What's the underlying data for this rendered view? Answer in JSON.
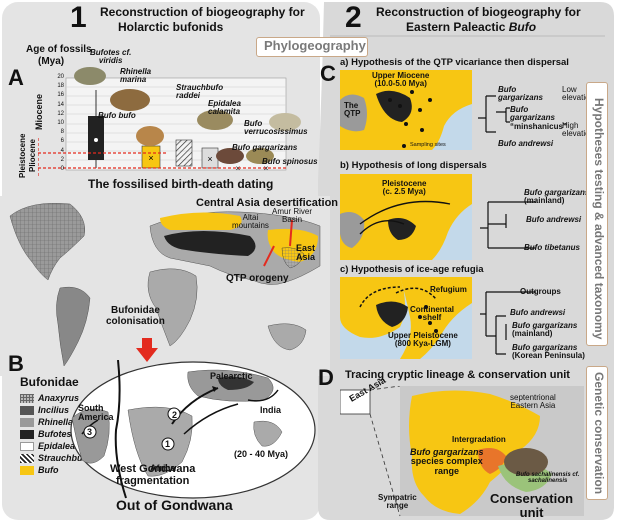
{
  "colors": {
    "panel_left": "#e2e2e2",
    "panel_right": "#d6d6d6",
    "bufo_yellow": "#f7c613",
    "bufotes_dark": "#222222",
    "sea_blue": "#c3d9ea",
    "land_grey": "#9a9a9a",
    "arrow_red": "#e32b1f",
    "box_border": "#c9a888"
  },
  "panel1": {
    "number": "1",
    "title_line1": "Reconstruction of biogeography for",
    "title_line2": "Holarctic bufonids"
  },
  "panel2": {
    "number": "2",
    "title_line1": "Reconstruction of biogeography for",
    "title_line2_prefix": "Eastern Paleactic",
    "title_line2_genus": "Bufo"
  },
  "phylogeography_label": "Phylogeography",
  "side_label_hypotheses": "Hypotheses testing & advanced taxonomy",
  "side_label_conservation": "Genetic conservation",
  "panelA": {
    "letter": "A",
    "axis_title_line1": "Age of fossils",
    "axis_title_line2": "(Mya)",
    "y_ticks": [
      "20",
      "18",
      "16",
      "14",
      "12",
      "10",
      "8",
      "6",
      "4",
      "2",
      "0"
    ],
    "epoch_miocene": "Miocene",
    "epoch_pliocene": "Pliocene",
    "epoch_pleistocene": "Pleistocene",
    "species": [
      {
        "label1": "Bufotes cf.",
        "label2": "viridis"
      },
      {
        "label1": "Rhinella",
        "label2": "marina"
      },
      {
        "label1": "Strauchbufo",
        "label2": "raddei"
      },
      {
        "label1": "Epidalea",
        "label2": "calamita"
      },
      {
        "label1": "Bufo",
        "label2": "verrucosissimus"
      },
      {
        "label1": "Bufo bufo",
        "label2": ""
      },
      {
        "label1": "Bufo gargarizans",
        "label2": ""
      },
      {
        "label1": "Bufo spinosus",
        "label2": ""
      }
    ],
    "caption": "The fossilised birth-death dating"
  },
  "map_labels": {
    "central_asia": "Central Asia desertification",
    "altai": "Altai",
    "mountains": "mountains",
    "amur1": "Amur River",
    "amur2": "Basin",
    "east_asia1": "East",
    "east_asia2": "Asia",
    "qtp_orogeny": "QTP orogeny",
    "colonisation1": "Bufonidae",
    "colonisation2": "colonisation"
  },
  "panelB": {
    "letter": "B",
    "legend_title": "Bufonidae",
    "legend": [
      {
        "name": "Anaxyrus"
      },
      {
        "name": "Incilius"
      },
      {
        "name": "Rhinella"
      },
      {
        "name": "Bufotes"
      },
      {
        "name": "Epidalea"
      },
      {
        "name": "Strauchbufo"
      },
      {
        "name": "Bufo"
      }
    ],
    "regions": {
      "palearctic": "Palearctic",
      "south_america1": "South",
      "south_america2": "America",
      "africa": "Africa",
      "india": "India",
      "age": "(20 - 40 Mya)",
      "n1": "1",
      "n2": "2",
      "n3": "3"
    },
    "west_gondwana1": "West Gondwana",
    "west_gondwana2": "fragmentation",
    "caption": "Out of Gondwana"
  },
  "panelC": {
    "letter": "C",
    "a_title": "a) Hypothesis of the QTP vicariance then dispersal",
    "a_map_label1": "Upper Miocene",
    "a_map_label2": "(10.0-5.0 Mya)",
    "a_qtp1": "The",
    "a_qtp2": "QTP",
    "a_sampling": "Sampling sites",
    "a_tree": [
      {
        "l1": "Bufo",
        "l2": "gargarizans"
      },
      {
        "l1": "Bufo",
        "l2": "gargarizans",
        "l3": "“minshanicus”"
      },
      {
        "l1": "Bufo andrewsi",
        "l2": ""
      }
    ],
    "a_low1": "Low",
    "a_low2": "elevation",
    "a_high1": "High",
    "a_high2": "elevation",
    "b_title": "b) Hypothesis of long dispersals",
    "b_map_label1": "Pleistocene",
    "b_map_label2": "(c. 2.5 Mya)",
    "b_tree": [
      {
        "l1": "Bufo gargarizans",
        "l2": "(mainland)"
      },
      {
        "l1": "Bufo andrewsi",
        "l2": ""
      },
      {
        "l1": "Bufo tibetanus",
        "l2": ""
      }
    ],
    "c_title": "c) Hypothesis of ice-age refugia",
    "c_refugium": "Refugium",
    "c_shelf1": "Continental",
    "c_shelf2": "shelf",
    "c_map_label1": "Upper Pleistocene",
    "c_map_label2": "(800 Kya-LGM)",
    "c_tree": [
      {
        "l1": "Outgroups",
        "l2": ""
      },
      {
        "l1": "Bufo andrewsi",
        "l2": ""
      },
      {
        "l1": "Bufo gargarizans",
        "l2": "(mainland)"
      },
      {
        "l1": "Bufo gargarizans",
        "l2": "(Korean Peninsula)"
      }
    ]
  },
  "panelD": {
    "letter": "D",
    "title": "Tracing cryptic lineage & conservation unit",
    "east_asia": "East Asia",
    "septentrional1": "septentrional",
    "septentrional2": "Eastern Asia",
    "intergradation": "Intergradation",
    "complex1": "Bufo gargarizans",
    "complex2": "species complex",
    "complex3": "range",
    "sachalin1": "Bufo sachalinensis cf.",
    "sachalin2": "sachalinensis",
    "sympatric1": "Sympatric",
    "sympatric2": "range",
    "conservation1": "Conservation",
    "conservation2": "unit"
  }
}
